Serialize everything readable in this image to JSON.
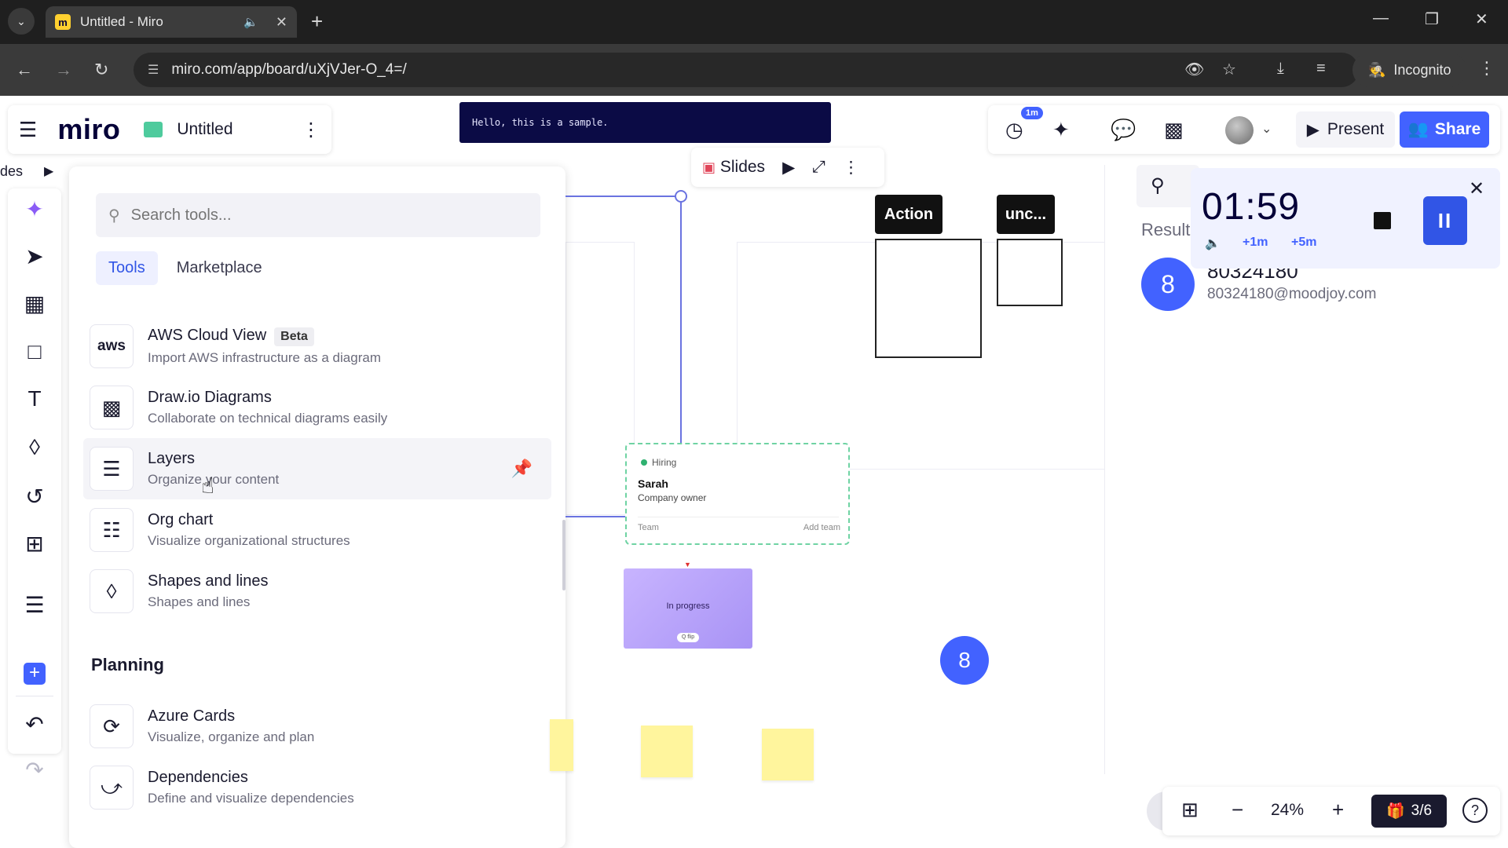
{
  "browser": {
    "tab_title": "Untitled - Miro",
    "favicon_letter": "m",
    "speaker_icon": "speaker-icon",
    "close_icon": "close-icon",
    "new_tab": "+",
    "url": "miro.com/app/board/uXjVJer-O_4=/",
    "incognito_label": "Incognito"
  },
  "app": {
    "logo": "miro",
    "board_title": "Untitled",
    "code_text": "Hello, this is a sample.",
    "slides_label": "Slides",
    "left_partial_label": "des",
    "present_label": "Present",
    "share_label": "Share",
    "timer_badge": "1m",
    "accent_color": "#4262ff"
  },
  "tools_panel": {
    "search_placeholder": "Search tools...",
    "tabs": [
      "Tools",
      "Marketplace"
    ],
    "items": [
      {
        "icon": "aws-icon",
        "icon_text": "aws",
        "name": "AWS Cloud View",
        "badge": "Beta",
        "desc": "Import AWS infrastructure as a diagram"
      },
      {
        "icon": "drawio-icon",
        "name": "Draw.io Diagrams",
        "desc": "Collaborate on technical diagrams easily"
      },
      {
        "icon": "layers-icon",
        "name": "Layers",
        "desc": "Organize your content"
      },
      {
        "icon": "org-chart-icon",
        "name": "Org chart",
        "desc": "Visualize organizational structures"
      },
      {
        "icon": "shapes-icon",
        "name": "Shapes and lines",
        "desc": "Shapes and lines"
      }
    ],
    "section_planning": "Planning",
    "planning_items": [
      {
        "icon": "azure-icon",
        "name": "Azure Cards",
        "desc": "Visualize, organize and plan"
      },
      {
        "icon": "dependencies-icon",
        "name": "Dependencies",
        "desc": "Define and visualize dependencies"
      }
    ]
  },
  "canvas": {
    "tag_action": "Action",
    "tag_unc": "unc...",
    "hiring_status": "Hiring",
    "hiring_name": "Sarah",
    "hiring_role": "Company owner",
    "hiring_team": "Team",
    "hiring_add_team": "Add team",
    "progress_label": "In progress",
    "progress_pill": "Q flip",
    "circle_number": "8"
  },
  "side_panel": {
    "results_label": "Results",
    "avatar_letter": "8",
    "user_name": "80324180",
    "user_email": "80324180@moodjoy.com"
  },
  "timer": {
    "time": "01:59",
    "plus1": "+1m",
    "plus5": "+5m"
  },
  "zoom": {
    "level": "24%",
    "pages": "3/6"
  }
}
